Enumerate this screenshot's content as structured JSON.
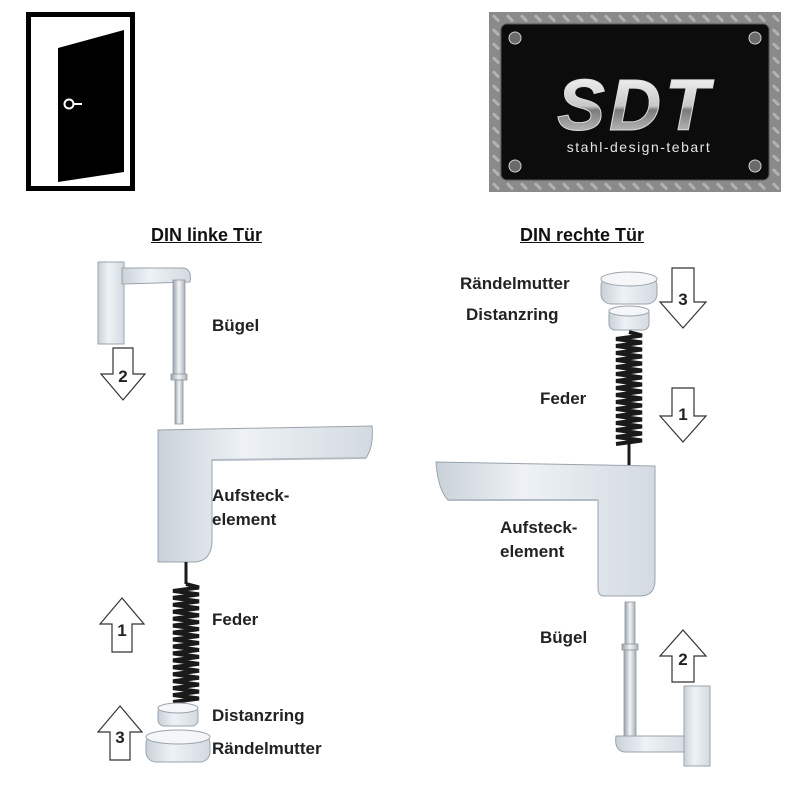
{
  "logo": {
    "brand": "SDT",
    "tagline": "stahl-design-tebart"
  },
  "left": {
    "title": "DIN linke Tür",
    "labels": {
      "buegel": "Bügel",
      "aufsteck_1": "Aufsteck-",
      "aufsteck_2": "element",
      "feder": "Feder",
      "distanzring": "Distanzring",
      "raendelmutter": "Rändelmutter"
    },
    "steps": {
      "buegel": "2",
      "feder": "1",
      "mutter": "3"
    }
  },
  "right": {
    "title": "DIN rechte Tür",
    "labels": {
      "raendelmutter": "Rändelmutter",
      "distanzring": "Distanzring",
      "feder": "Feder",
      "aufsteck_1": "Aufsteck-",
      "aufsteck_2": "element",
      "buegel": "Bügel"
    },
    "steps": {
      "mutter": "3",
      "feder": "1",
      "buegel": "2"
    }
  },
  "colors": {
    "part_fill": "#e3e9ef",
    "part_shade": "#b8c2cc",
    "spring": "#1a1a1a",
    "arrow_stroke": "#333333",
    "logo_bg": "#0c0c0c"
  }
}
